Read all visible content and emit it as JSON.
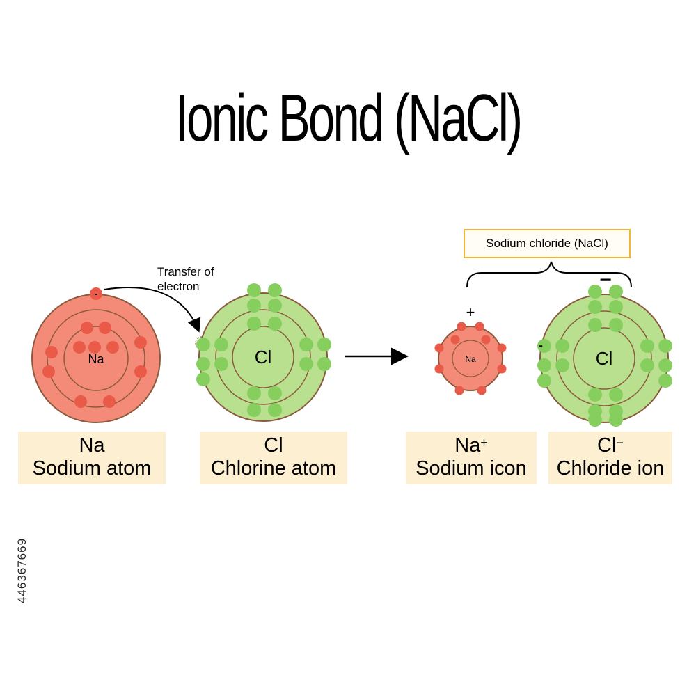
{
  "title": "Ionic Bond (NaCl)",
  "annotation": {
    "transfer_line1": "Transfer of",
    "transfer_line2": "electron",
    "electron_sign": "-",
    "compound_label": "Sodium chloride (NaCl)",
    "sodium_ion_charge": "+",
    "chloride_ion_charge": "−",
    "extra_electron_sign": "-"
  },
  "atoms": {
    "sodium_atom": {
      "nucleus": "Na",
      "symbol": "Na",
      "name": "Sodium atom"
    },
    "chlorine_atom": {
      "nucleus": "Cl",
      "symbol": "Cl",
      "name": "Chlorine atom"
    },
    "sodium_ion": {
      "nucleus": "Na",
      "symbol": "Na",
      "superscript": "+",
      "name": "Sodium icon"
    },
    "chloride_ion": {
      "nucleus": "Cl",
      "symbol": "Cl",
      "superscript": "−",
      "name": "Chloride ion"
    }
  },
  "colors": {
    "sodium_fill": "#f48a78",
    "sodium_electron": "#ea5a48",
    "chlorine_fill": "#b9e08f",
    "chlorine_electron": "#86cf5e",
    "atom_outline": "#8b5a3c",
    "label_bg": "#fdefd1",
    "compound_border": "#f0b43c"
  },
  "watermark": "446367669"
}
